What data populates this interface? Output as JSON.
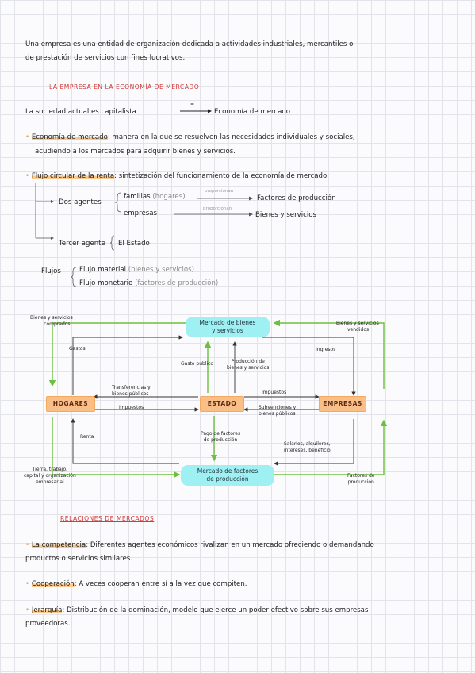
{
  "intro": {
    "line1": "Una empresa es una entidad de organización dedicada a actividades industriales, mercantiles o",
    "line2": "de prestación de servicios con fines lucrativos."
  },
  "section1": {
    "heading": "LA EMPRESA EN LA ECONOMÍA DE MERCADO",
    "society_text": "La sociedad actual es capitalista",
    "equals_sign": "=",
    "society_result": "Economía de mercado"
  },
  "bullets1": [
    {
      "term": "Economía de mercado",
      "text1": ": manera en la que se resuelven las necesidades individuales y sociales,",
      "text2": "acudiendo a los mercados para adquirir bienes y servicios."
    },
    {
      "term": "Flujo circular de la renta",
      "text1": ": sintetización del funcionamiento de la economía de mercado."
    }
  ],
  "agents": {
    "dos_agentes": "Dos agentes",
    "familias": "familias",
    "hogares": "(hogares)",
    "proporcionan1": "proporcionan",
    "factores": "Factores de producción",
    "empresas": "empresas",
    "proporcionan2": "proporcionan",
    "bienes": "Bienes y servicios",
    "tercer": "Tercer agente",
    "estado": "El Estado"
  },
  "flujos": {
    "label": "Flujos",
    "material": "Flujo material",
    "material_detail": "(bienes y servicios)",
    "monetario": "Flujo monetario",
    "monetario_detail": "(factores de producción)"
  },
  "diagram": {
    "hogares": "HOGARES",
    "estado": "ESTADO",
    "empresas": "EMPRESAS",
    "mercado_bienes_1": "Mercado de bienes",
    "mercado_bienes_2": "y servicios",
    "mercado_factores_1": "Mercado de factores",
    "mercado_factores_2": "de producción",
    "bienes_comprados_1": "Bienes y servicios",
    "bienes_comprados_2": "comprados",
    "bienes_vendidos_1": "Bienes y servicios",
    "bienes_vendidos_2": "vendidos",
    "gastos": "Gastos",
    "ingresos": "Ingresos",
    "gasto_publico": "Gasto público",
    "produccion_1": "Producción de",
    "produccion_2": "bienes y servicios",
    "transferencias_1": "Transferencias y",
    "transferencias_2": "bienes públicos",
    "impuestos_left": "Impuestos",
    "impuestos_right": "Impuestos",
    "subvenciones_1": "Subvenciones y",
    "subvenciones_2": "bienes públicos",
    "renta": "Renta",
    "pago_1": "Pago de factores",
    "pago_2": "de producción",
    "salarios_1": "Salarios, alquileres,",
    "salarios_2": "intereses, beneficio",
    "tierra_1": "Tierra, trabajo,",
    "tierra_2": "capital y organización",
    "tierra_3": "empresarial",
    "factores_prod_1": "Factores de",
    "factores_prod_2": "producción"
  },
  "section2": {
    "heading": "RELACIONES DE MERCADOS"
  },
  "bullets2": [
    {
      "term": "La competencia",
      "text1": ": Diferentes agentes económicos rivalizan en un mercado ofreciendo o demandando",
      "text2": "productos o servicios similares."
    },
    {
      "term": "Cooperación",
      "text1": ": A veces cooperan entre sí a la vez que compiten."
    },
    {
      "term": "Jerarquía",
      "text1": ": Distribución de la dominación, modelo que ejerce un poder efectivo sobre sus empresas",
      "text2": "proveedoras."
    }
  ]
}
